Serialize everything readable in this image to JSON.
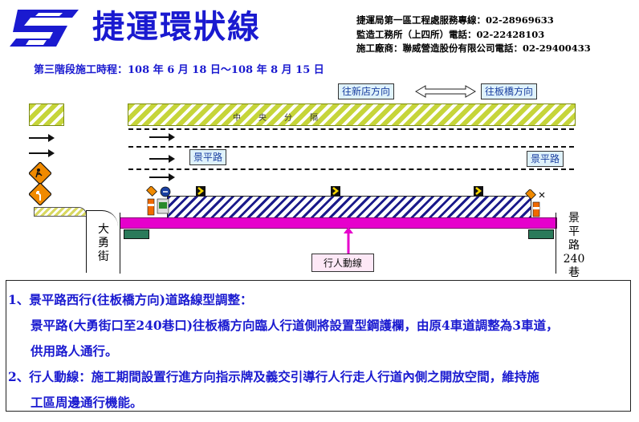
{
  "header": {
    "title": "捷運環狀線",
    "contacts": [
      "捷運局第一區工程處服務專線：02-28969633",
      "監造工務所（上四所）電話：02-22428103",
      "施工廠商：聯威營造股份有限公司電話：02-29400433"
    ],
    "schedule": "第三階段施工時程：108 年 6 月 18 日～108 年 8 月 15 日"
  },
  "diagram": {
    "direction_left": "往新店方向",
    "direction_right": "往板橋方向",
    "median_label": "中央分隔",
    "road_label_left": "景平路",
    "road_label_right": "景平路",
    "street_left": "大勇街",
    "street_right": [
      "景",
      "平",
      "路",
      "240",
      "巷"
    ],
    "pedestrian_label": "行人動線",
    "colors": {
      "sidewalk": "#e600cc",
      "median_hatch": "#c6d53a",
      "barrier_hatch": "#1a1a8a",
      "label_bg": "#dff2fb",
      "text_blue": "#1a1ad0"
    }
  },
  "notes": [
    {
      "text": "1、景平路西行(往板橋方向)道路線型調整："
    },
    {
      "text": "景平路(大勇街口至240巷口)往板橋方向臨人行道側將設置型鋼護欄，由原4車道調整為3車道，"
    },
    {
      "text": "供用路人通行。"
    },
    {
      "text": "2、行人動線：施工期間設置行進方向指示牌及義交引導行人行走人行道內側之開放空間，維持施"
    },
    {
      "text": "工區周邊通行機能。"
    }
  ]
}
